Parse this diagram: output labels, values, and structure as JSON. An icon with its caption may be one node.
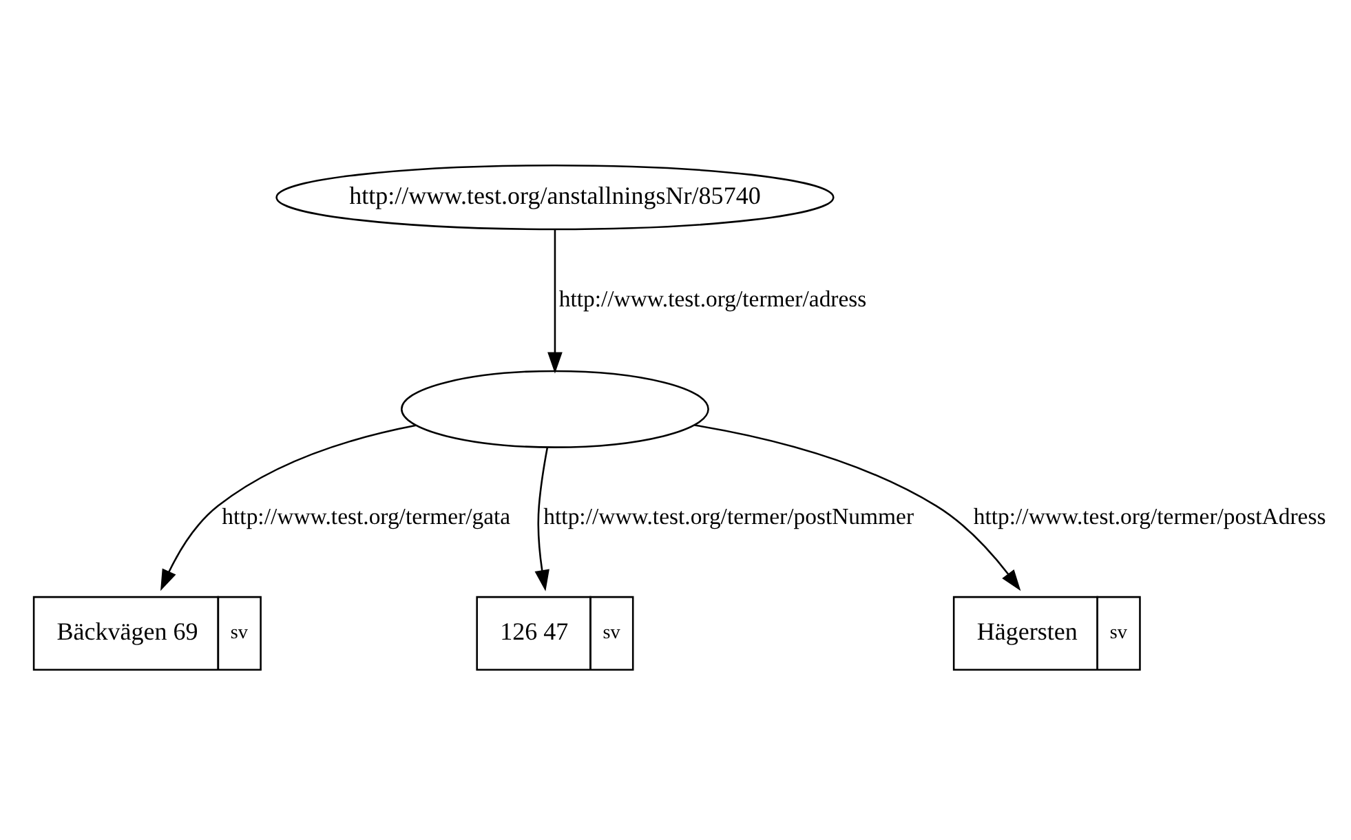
{
  "diagram": {
    "nodes": [
      {
        "text": [
          "http://www.test.org/anstallningsNr/85740"
        ]
      },
      {
        "text": [],
        "shape": "ellipse"
      },
      {
        "text": [
          "Bäckvägen 69",
          "sv"
        ]
      },
      {
        "text": [
          "126 47",
          "sv"
        ]
      },
      {
        "text": [
          "Hägersten",
          "sv"
        ]
      }
    ],
    "edges": [
      {
        "from": 0,
        "to": 1,
        "arrow": "to",
        "label": "http://www.test.org/termer/adress"
      },
      {
        "from": 1,
        "to": 2,
        "arrow": "to",
        "label": "http://www.test.org/termer/gata"
      },
      {
        "from": 1,
        "to": 3,
        "arrow": "to",
        "label": "http://www.test.org/termer/postNummer"
      },
      {
        "from": 1,
        "to": 4,
        "arrow": "to",
        "label": "http://www.test.org/termer/postAdress"
      }
    ]
  }
}
